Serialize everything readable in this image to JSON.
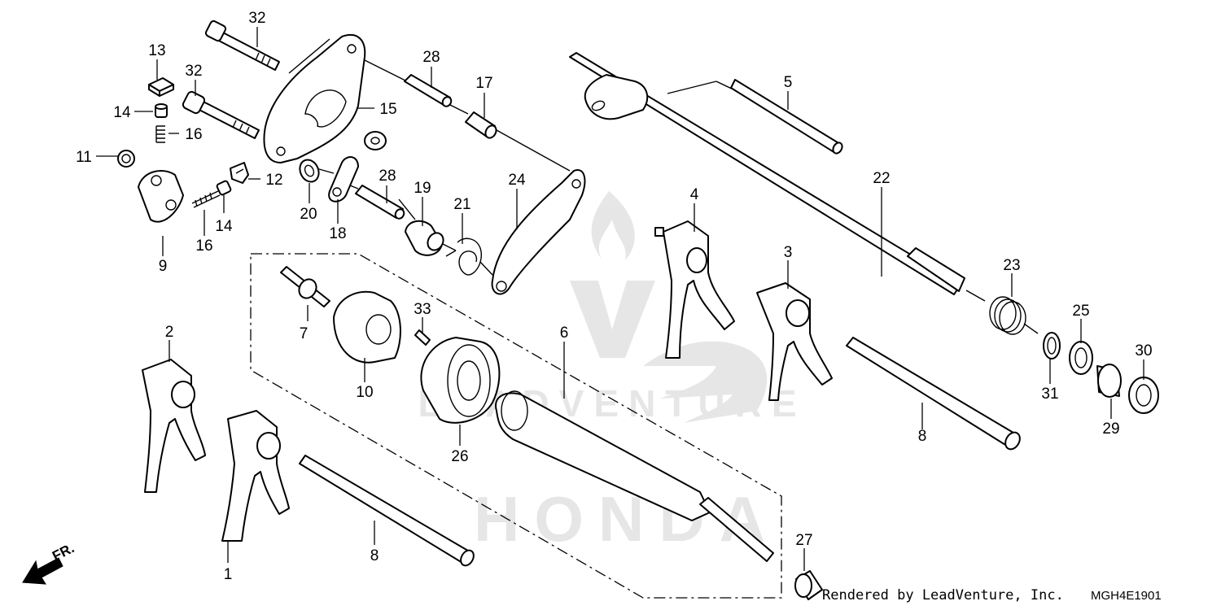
{
  "callouts": {
    "c1": "1",
    "c2": "2",
    "c3": "3",
    "c4": "4",
    "c5": "5",
    "c6": "6",
    "c7": "7",
    "c8a": "8",
    "c8b": "8",
    "c9": "9",
    "c10": "10",
    "c11": "11",
    "c12": "12",
    "c13": "13",
    "c14a": "14",
    "c14b": "14",
    "c15": "15",
    "c16a": "16",
    "c16b": "16",
    "c17": "17",
    "c18": "18",
    "c19": "19",
    "c20": "20",
    "c21": "21",
    "c22": "22",
    "c23": "23",
    "c24": "24",
    "c25": "25",
    "c26": "26",
    "c27": "27",
    "c28a": "28",
    "c28b": "28",
    "c29": "29",
    "c30": "30",
    "c31": "31",
    "c32a": "32",
    "c32b": "32",
    "c33": "33"
  },
  "direction_label": "FR.",
  "footer": {
    "credit": "Rendered by LeadVenture, Inc.",
    "diagram_code": "MGH4E1901"
  },
  "watermark": {
    "brand_text": "LEADVENTURE",
    "make_text": "HONDA",
    "color": "#e4e4e4"
  }
}
